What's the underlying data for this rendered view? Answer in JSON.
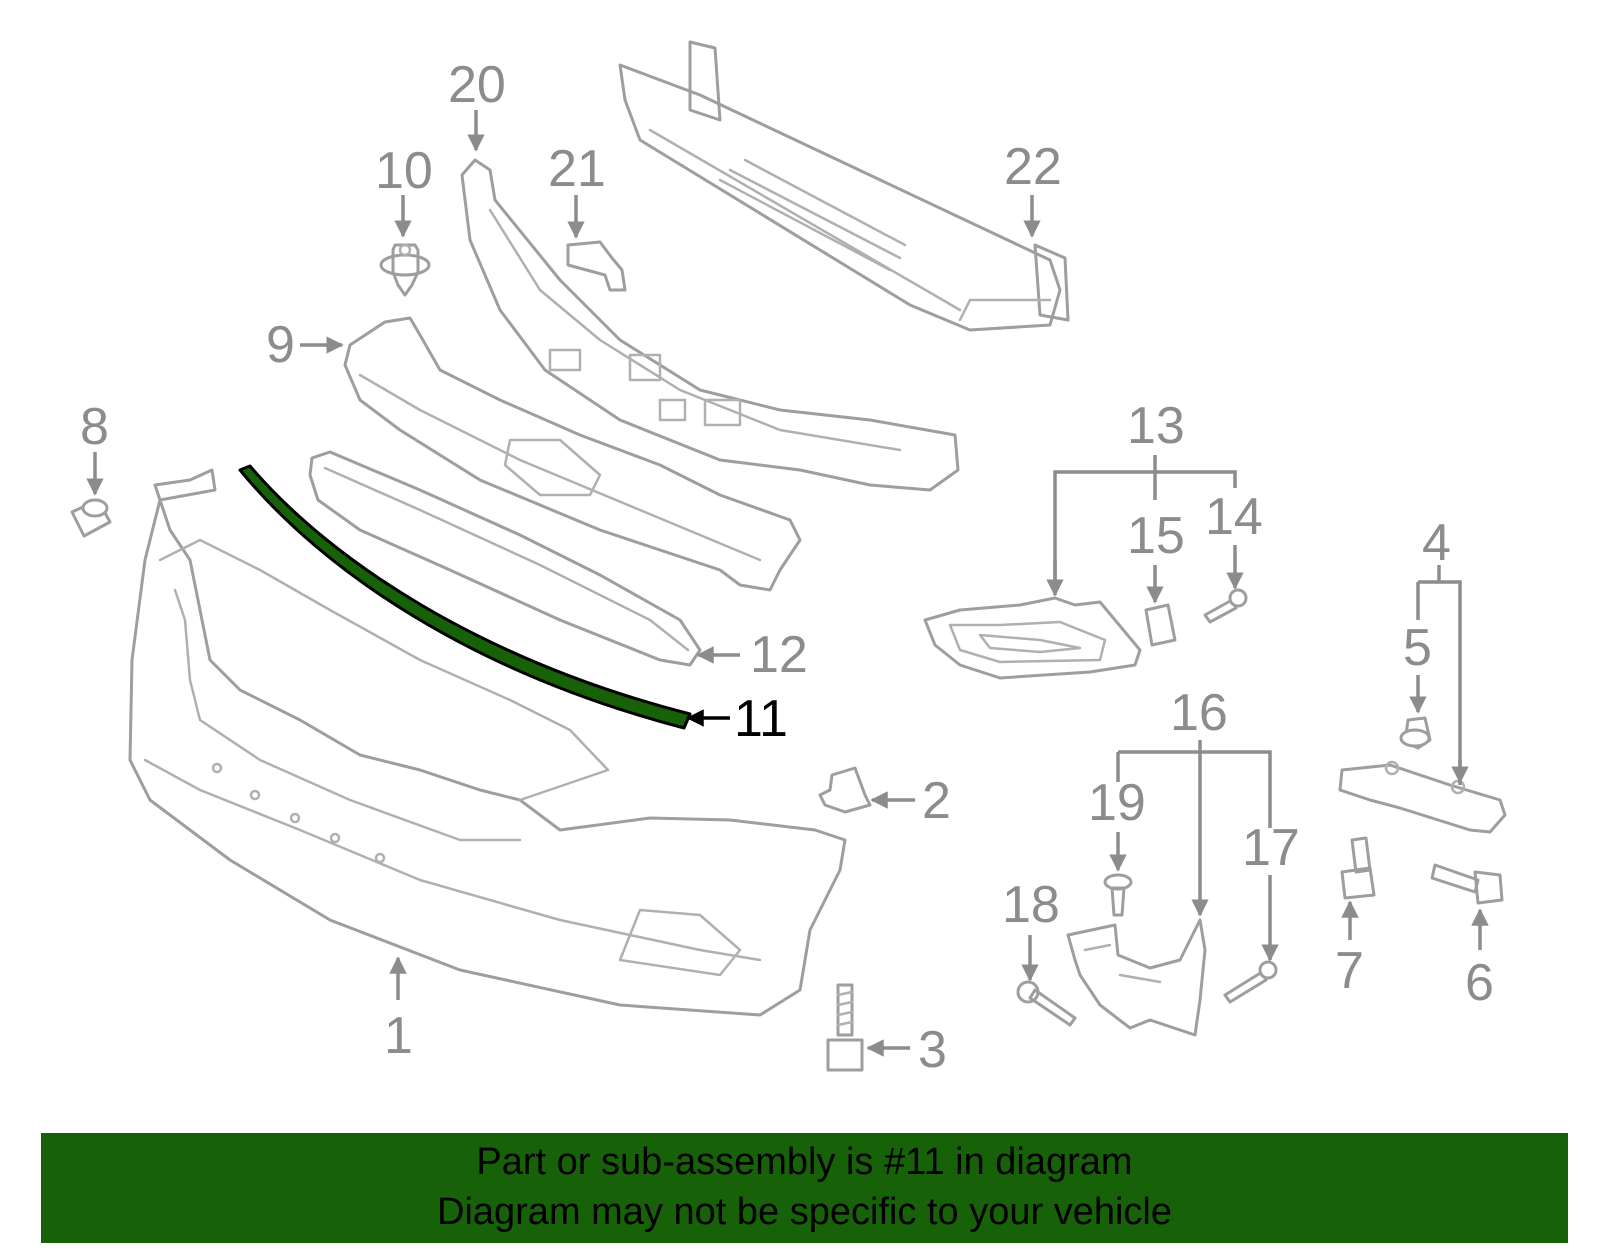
{
  "diagram": {
    "callouts": [
      "1",
      "2",
      "3",
      "4",
      "5",
      "6",
      "7",
      "8",
      "9",
      "10",
      "11",
      "12",
      "13",
      "14",
      "15",
      "16",
      "17",
      "18",
      "19",
      "20",
      "21",
      "22"
    ],
    "highlighted_part": "11",
    "highlight_color": "#176109",
    "line_color": "#9e9e9e"
  },
  "banner": {
    "line1": "Part or sub-assembly is #11 in diagram",
    "line2": "Diagram may not be specific to your vehicle",
    "background": "#176109"
  }
}
